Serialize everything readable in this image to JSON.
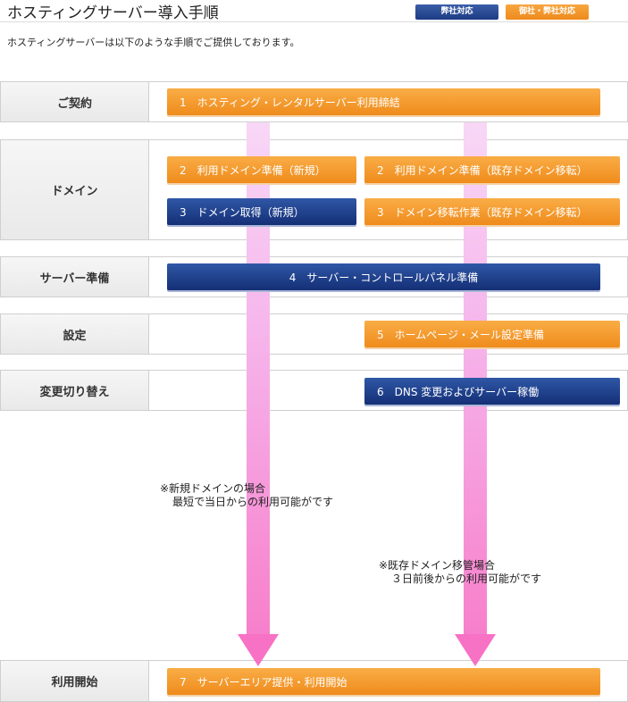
{
  "header": {
    "title": "ホスティングサーバー導入手順",
    "badge_ours": "弊社対応",
    "badge_both": "御社・弊社対応"
  },
  "intro": "ホスティングサーバーは以下のような手順でご提供しております。",
  "rows": [
    {
      "label": "ご契約"
    },
    {
      "label": "ドメイン"
    },
    {
      "label": "サーバー準備"
    },
    {
      "label": "設定"
    },
    {
      "label": "変更切り替え"
    },
    {
      "label": "利用開始"
    }
  ],
  "steps": {
    "s1": "1　ホスティング・レンタルサーバー利用締結",
    "s2_new": "2　利用ドメイン準備（新規）",
    "s2_existing": "2　利用ドメイン準備（既存ドメイン移転）",
    "s3_new": "3　ドメイン取得（新規）",
    "s3_existing": "3　ドメイン移転作業（既存ドメイン移転）",
    "s4": "4　サーバー・コントロールパネル準備",
    "s5": "5　ホームページ・メール設定準備",
    "s6": "6　DNS 変更およびサーバー稼働",
    "s7": "7　サーバーエリア提供・利用開始"
  },
  "notes": {
    "new_line1": "※新規ドメインの場合",
    "new_line2": "最短で当日からの利用可能がです",
    "existing_line1": "※既存ドメイン移管場合",
    "existing_line2": "３日前後からの利用可能がです"
  },
  "colors": {
    "orange": "#f39a2c",
    "blue": "#1f3f8a",
    "arrow": "#f77fcb"
  }
}
